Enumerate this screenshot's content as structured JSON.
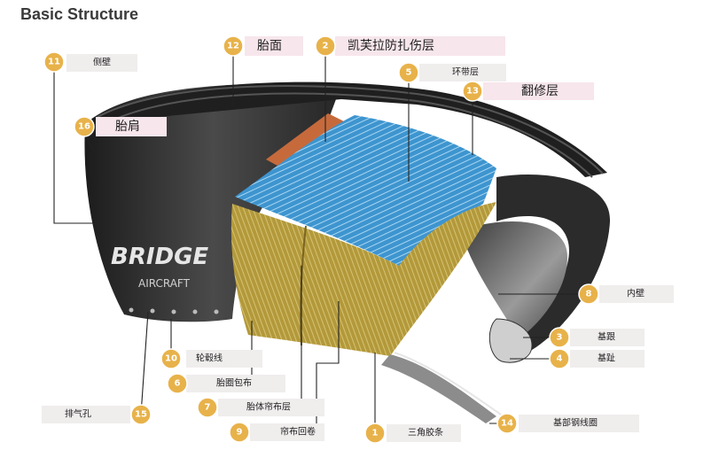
{
  "title": "Basic Structure",
  "brand": {
    "name": "BRIDGE",
    "subtitle": "AIRCRAFT"
  },
  "colors": {
    "marker": "#e8b24a",
    "label_pink": "#f7e6ec",
    "label_gray": "#f0eded",
    "tread": "#202020",
    "breaker": "#c66a3c",
    "belt": "#3b90c8",
    "carcass": "#b49a3a"
  },
  "callouts": [
    {
      "num": "1",
      "text": "三角胶条"
    },
    {
      "num": "2",
      "text": "凯芙拉防扎伤层"
    },
    {
      "num": "3",
      "text": "基跟"
    },
    {
      "num": "4",
      "text": "基趾"
    },
    {
      "num": "5",
      "text": "环带层"
    },
    {
      "num": "6",
      "text": "胎圈包布"
    },
    {
      "num": "7",
      "text": "胎体帘布层"
    },
    {
      "num": "8",
      "text": "内壁"
    },
    {
      "num": "9",
      "text": "帘布回卷"
    },
    {
      "num": "10",
      "text": "轮毂线"
    },
    {
      "num": "11",
      "text": "侧壁"
    },
    {
      "num": "12",
      "text": "胎面"
    },
    {
      "num": "13",
      "text": "翻修层"
    },
    {
      "num": "14",
      "text": "基部钢线圈"
    },
    {
      "num": "15",
      "text": "排气孔"
    },
    {
      "num": "16",
      "text": "胎肩"
    }
  ]
}
